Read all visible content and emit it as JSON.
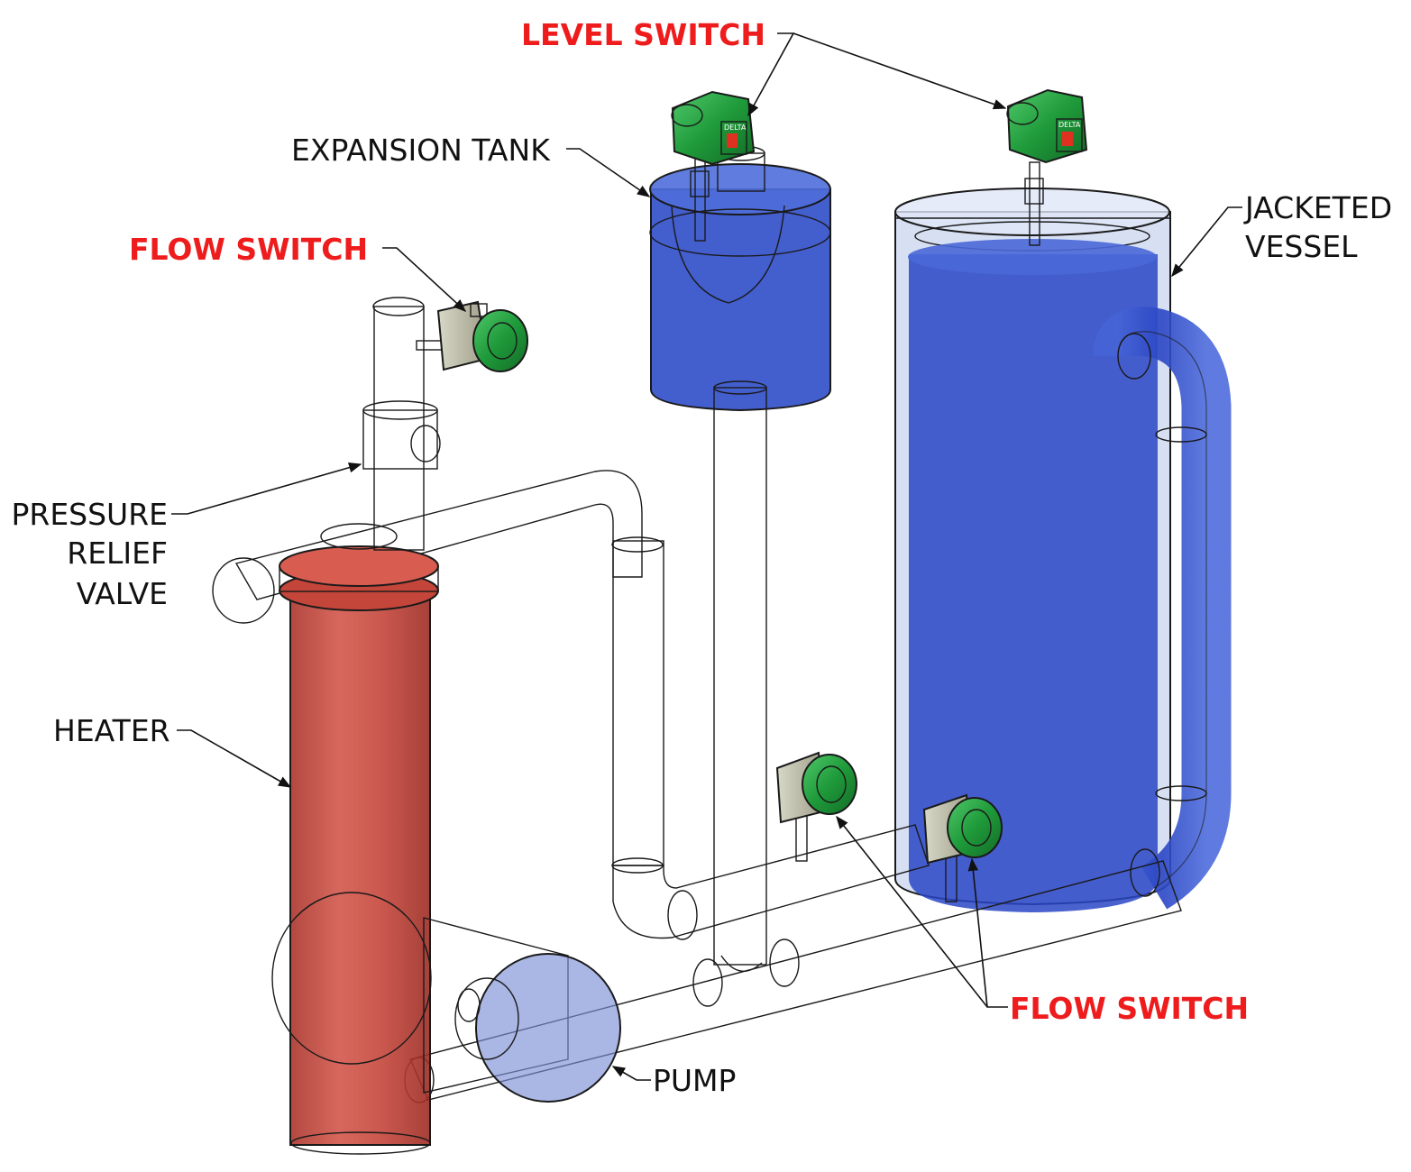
{
  "colors": {
    "hot_pipe": "#c8463c",
    "hot_pipe_dark": "#a8302a",
    "cold_pipe": "#2b49c8",
    "cold_pipe_light": "#5a78e0",
    "switch_green": "#1f9a3a",
    "switch_body": "#b9b9a4",
    "red_label": "#ee1c1c",
    "text": "#111111"
  },
  "labels": {
    "level_switch": "LEVEL SWITCH",
    "expansion_tank": "EXPANSION TANK",
    "jacketed_vessel_line1": "JACKETED",
    "jacketed_vessel_line2": "VESSEL",
    "flow_switch_top": "FLOW SWITCH",
    "pressure_relief_line1": "PRESSURE",
    "pressure_relief_line2": "RELIEF",
    "pressure_relief_line3": "VALVE",
    "heater": "HEATER",
    "pump": "PUMP",
    "flow_switch_bottom": "FLOW SWITCH"
  },
  "switch_brand": "DELTA",
  "icons": {
    "switch": "flow-switch-icon",
    "level_switch": "level-switch-icon"
  }
}
